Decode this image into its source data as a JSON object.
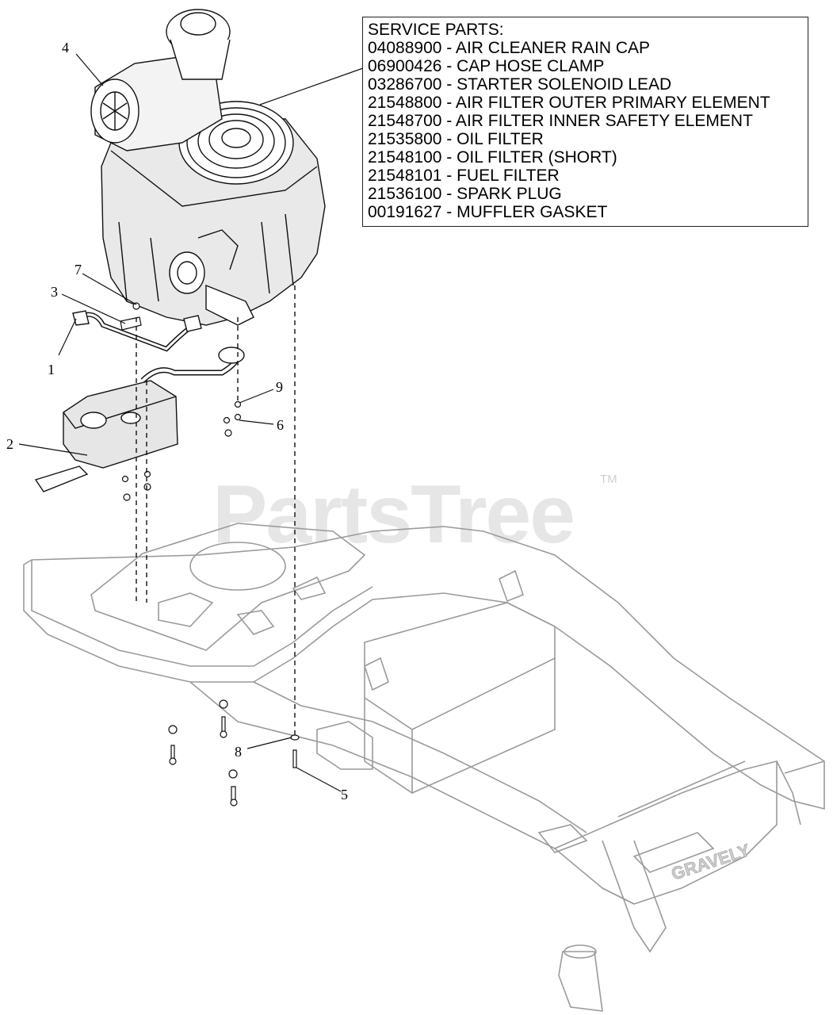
{
  "legend": {
    "title": "SERVICE PARTS:",
    "items": [
      "04088900 - AIR CLEANER RAIN CAP",
      "06900426 - CAP HOSE CLAMP",
      "03286700 - STARTER SOLENOID LEAD",
      "21548800 - AIR FILTER OUTER PRIMARY ELEMENT",
      "21548700 - AIR FILTER INNER SAFETY ELEMENT",
      "21535800 - OIL FILTER",
      "21548100 - OIL FILTER (SHORT)",
      "21548101 - FUEL FILTER",
      "21536100 - SPARK PLUG",
      "00191627 - MUFFLER GASKET"
    ]
  },
  "callouts": [
    "1",
    "2",
    "3",
    "4",
    "5",
    "6",
    "7",
    "8",
    "9"
  ],
  "watermark": {
    "text": "PartsTree",
    "mark": "TM"
  },
  "frame_brand": "GRAVELY"
}
